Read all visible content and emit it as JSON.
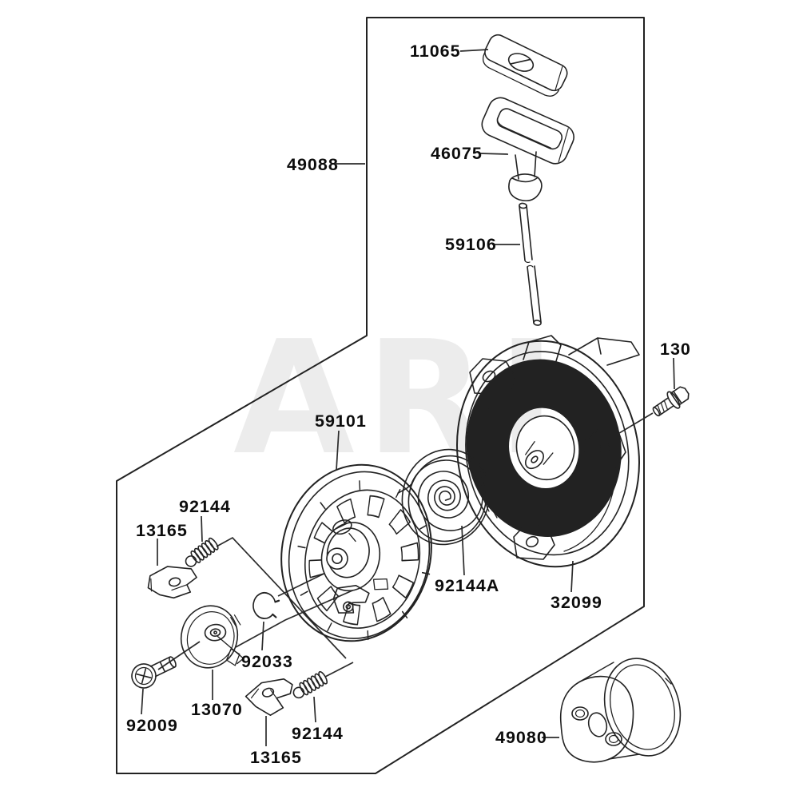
{
  "colors": {
    "background": "#ffffff",
    "line": "#222222",
    "label": "#0d0d0d",
    "watermark": "#ececec"
  },
  "watermark": "ARI",
  "labels": {
    "p11065": "11065",
    "p46075": "46075",
    "p59106": "59106",
    "p49088": "49088",
    "p130": "130",
    "p59101": "59101",
    "p92144_upper": "92144",
    "p13165_upper": "13165",
    "p92144a": "92144A",
    "p32099": "32099",
    "p92033": "92033",
    "p13070": "13070",
    "p92009": "92009",
    "p92144_lower": "92144",
    "p13165_lower": "13165",
    "p49080": "49080"
  }
}
